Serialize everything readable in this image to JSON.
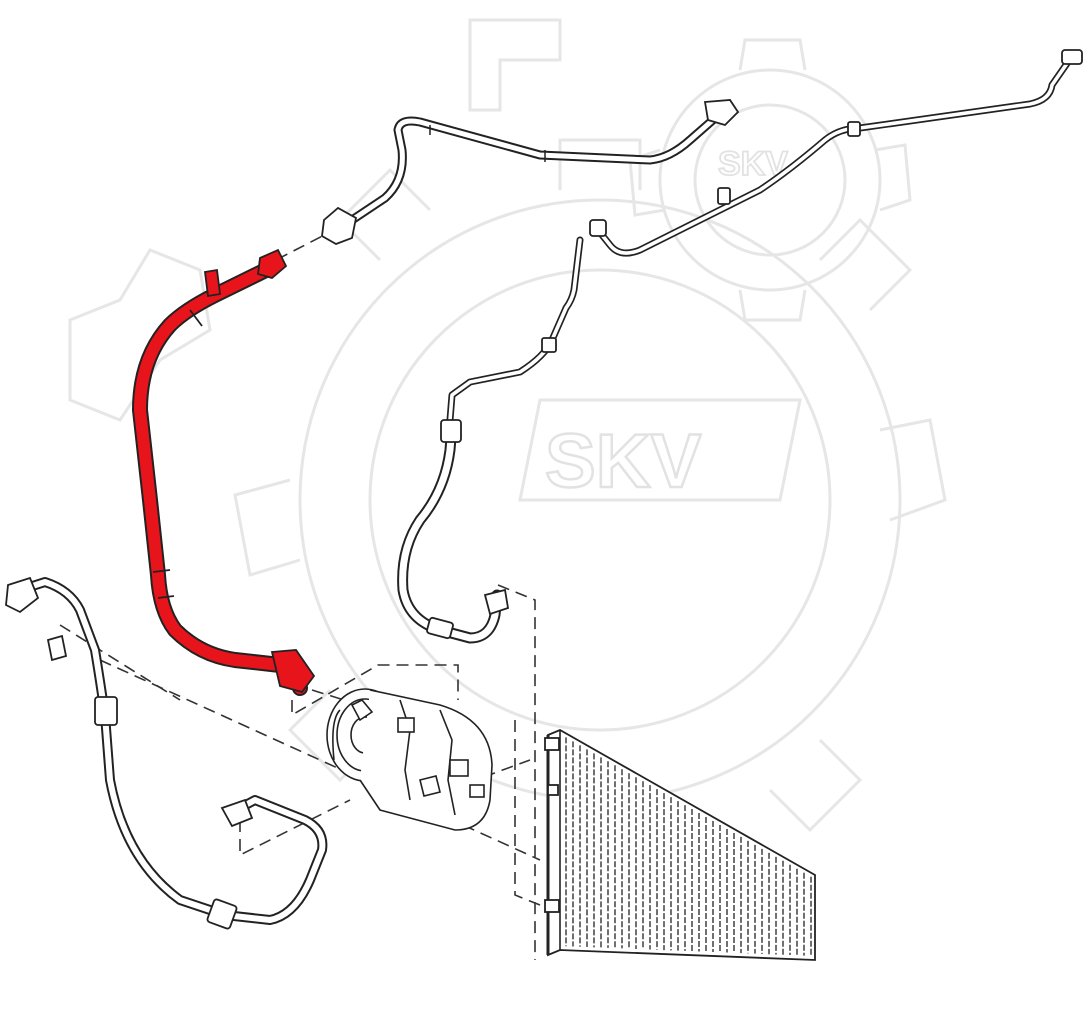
{
  "watermark": {
    "brand_large": "SKV",
    "brand_small": "SKV",
    "color": "#e4e4e4"
  },
  "colors": {
    "highlight": "#e8141b",
    "line": "#222222",
    "background": "#ffffff"
  },
  "parts": [
    {
      "name": "highlighted-high-pressure-hose",
      "highlighted": true
    },
    {
      "name": "upper-suction-pipe",
      "highlighted": false
    },
    {
      "name": "long-expansion-valve-pipe",
      "highlighted": false
    },
    {
      "name": "condenser-outlet-hose",
      "highlighted": false
    },
    {
      "name": "left-compressor-pipe",
      "highlighted": false
    },
    {
      "name": "ac-compressor",
      "highlighted": false
    },
    {
      "name": "condenser",
      "highlighted": false
    }
  ]
}
